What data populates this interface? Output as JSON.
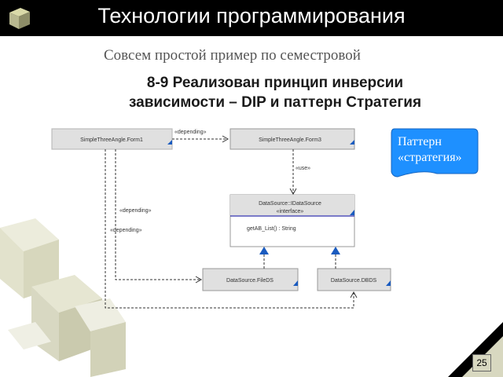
{
  "slide": {
    "title": "Технологии программирования",
    "subtitle": "Совсем простой пример по семестровой",
    "heading_line1": "8-9 Реализован принцип инверсии",
    "heading_line2": "зависимости – DIP и паттерн Стратегия",
    "page_number": "25"
  },
  "callout": {
    "line1": "Паттерн",
    "line2": "«стратегия»",
    "color": "#1e90ff"
  },
  "diagram": {
    "classes": {
      "form1": "SimpleThreeAngle.Form1",
      "form3": "SimpleThreeAngle.Form3",
      "datasource_name": "DataSource::IDataSource",
      "datasource_stereotype": "«interface»",
      "datasource_method": "getAB_List() : String",
      "fileds": "DataSource.FileDS",
      "dbds": "DataSource.DBDS"
    },
    "relations": {
      "form1_form3": "«depending»",
      "form3_ids": "«use»",
      "form1_fileds": "«depending»",
      "form1_dbds": "«depending»"
    },
    "colors": {
      "class_fill": "#e0e0e0",
      "accent_line": "#2a2aa8",
      "triangle": "#1a5bbf"
    }
  }
}
